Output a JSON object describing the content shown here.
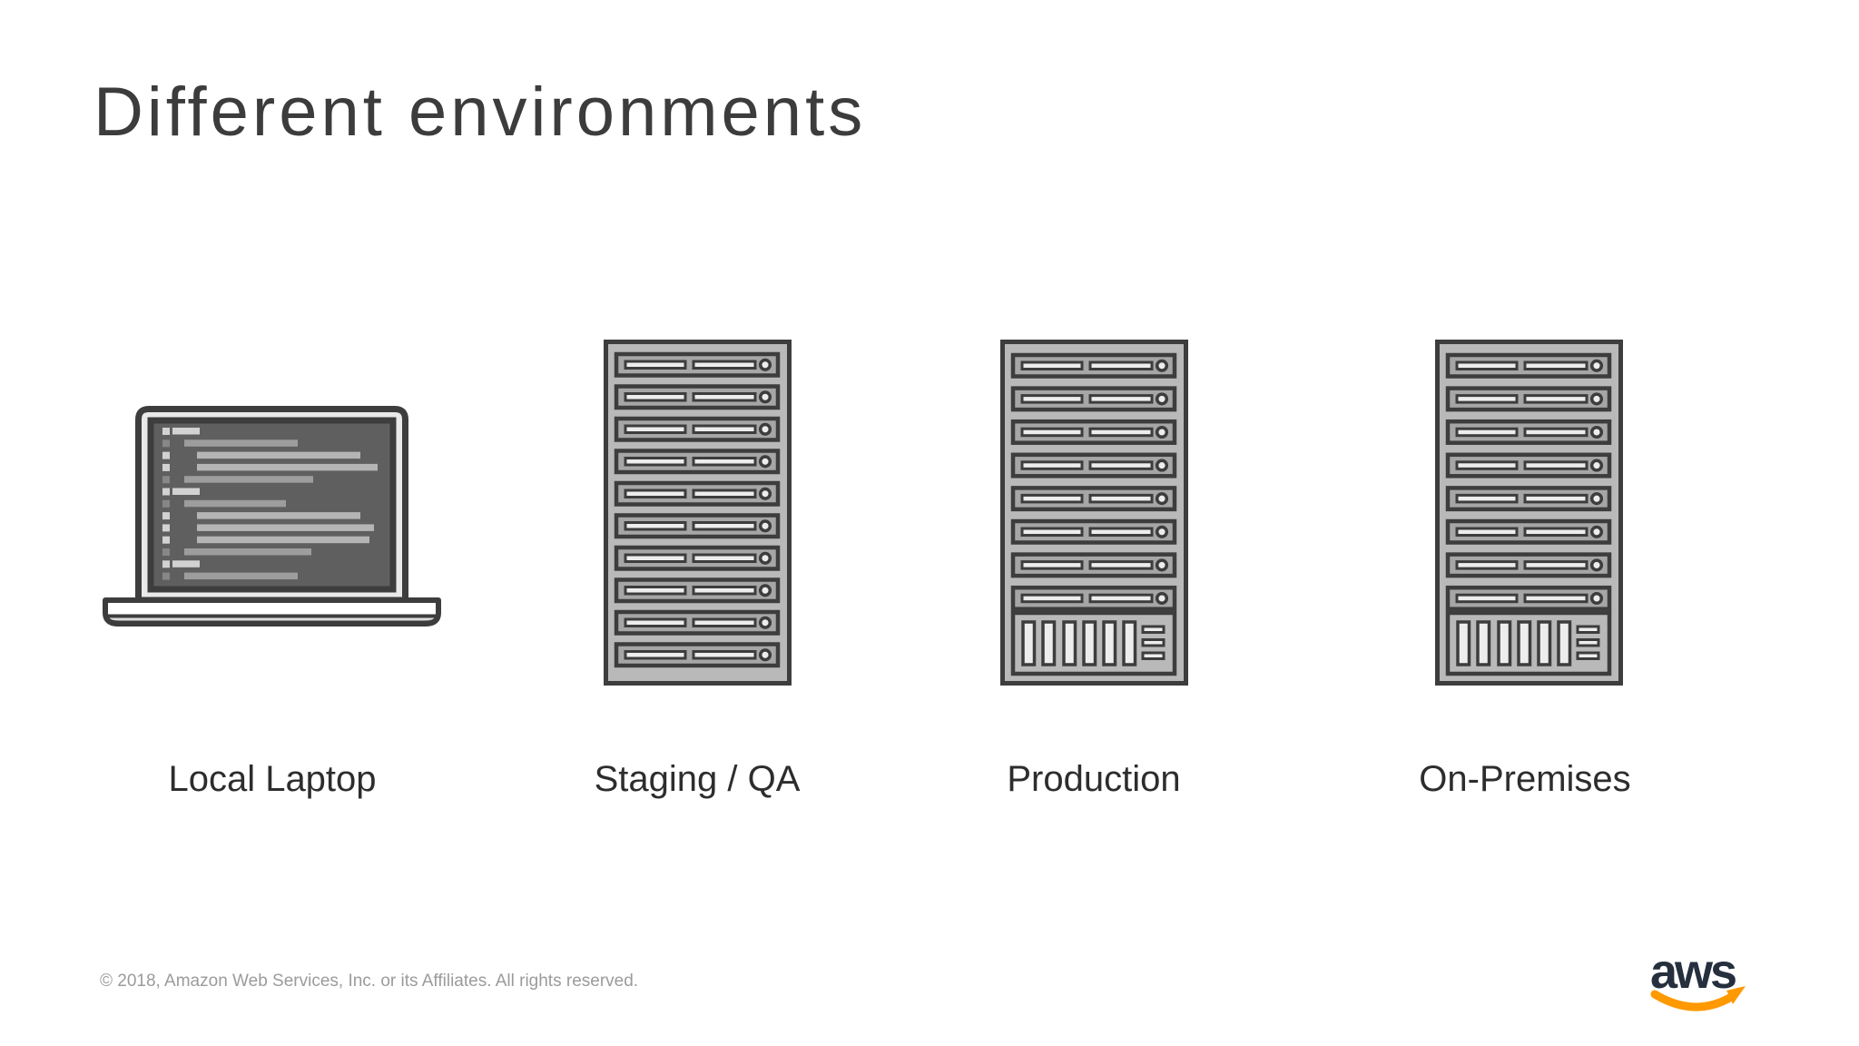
{
  "slide": {
    "title": "Different environments",
    "items": [
      {
        "label": "Local Laptop",
        "icon": "laptop-code-icon"
      },
      {
        "label": "Staging / QA",
        "icon": "server-rack-icon"
      },
      {
        "label": "Production",
        "icon": "server-rack-vent-icon"
      },
      {
        "label": "On-Premises",
        "icon": "server-rack-vent-icon"
      }
    ],
    "footer": {
      "copyright": "© 2018, Amazon Web Services, Inc. or its Affiliates. All rights reserved."
    },
    "logo": {
      "text": "aws"
    },
    "colors": {
      "background": "#ffffff",
      "title_text": "#3c3c3c",
      "label_text": "#2d2d2d",
      "icon_outline": "#3d3d3d",
      "icon_body": "#b9b9b9",
      "icon_slot": "#a6a6a6",
      "icon_highlight": "#ededed",
      "laptop_screen": "#5f5f5f",
      "footer_text": "#9b9b9b",
      "logo_text": "#252f3e",
      "logo_swoosh": "#ff9900"
    }
  }
}
